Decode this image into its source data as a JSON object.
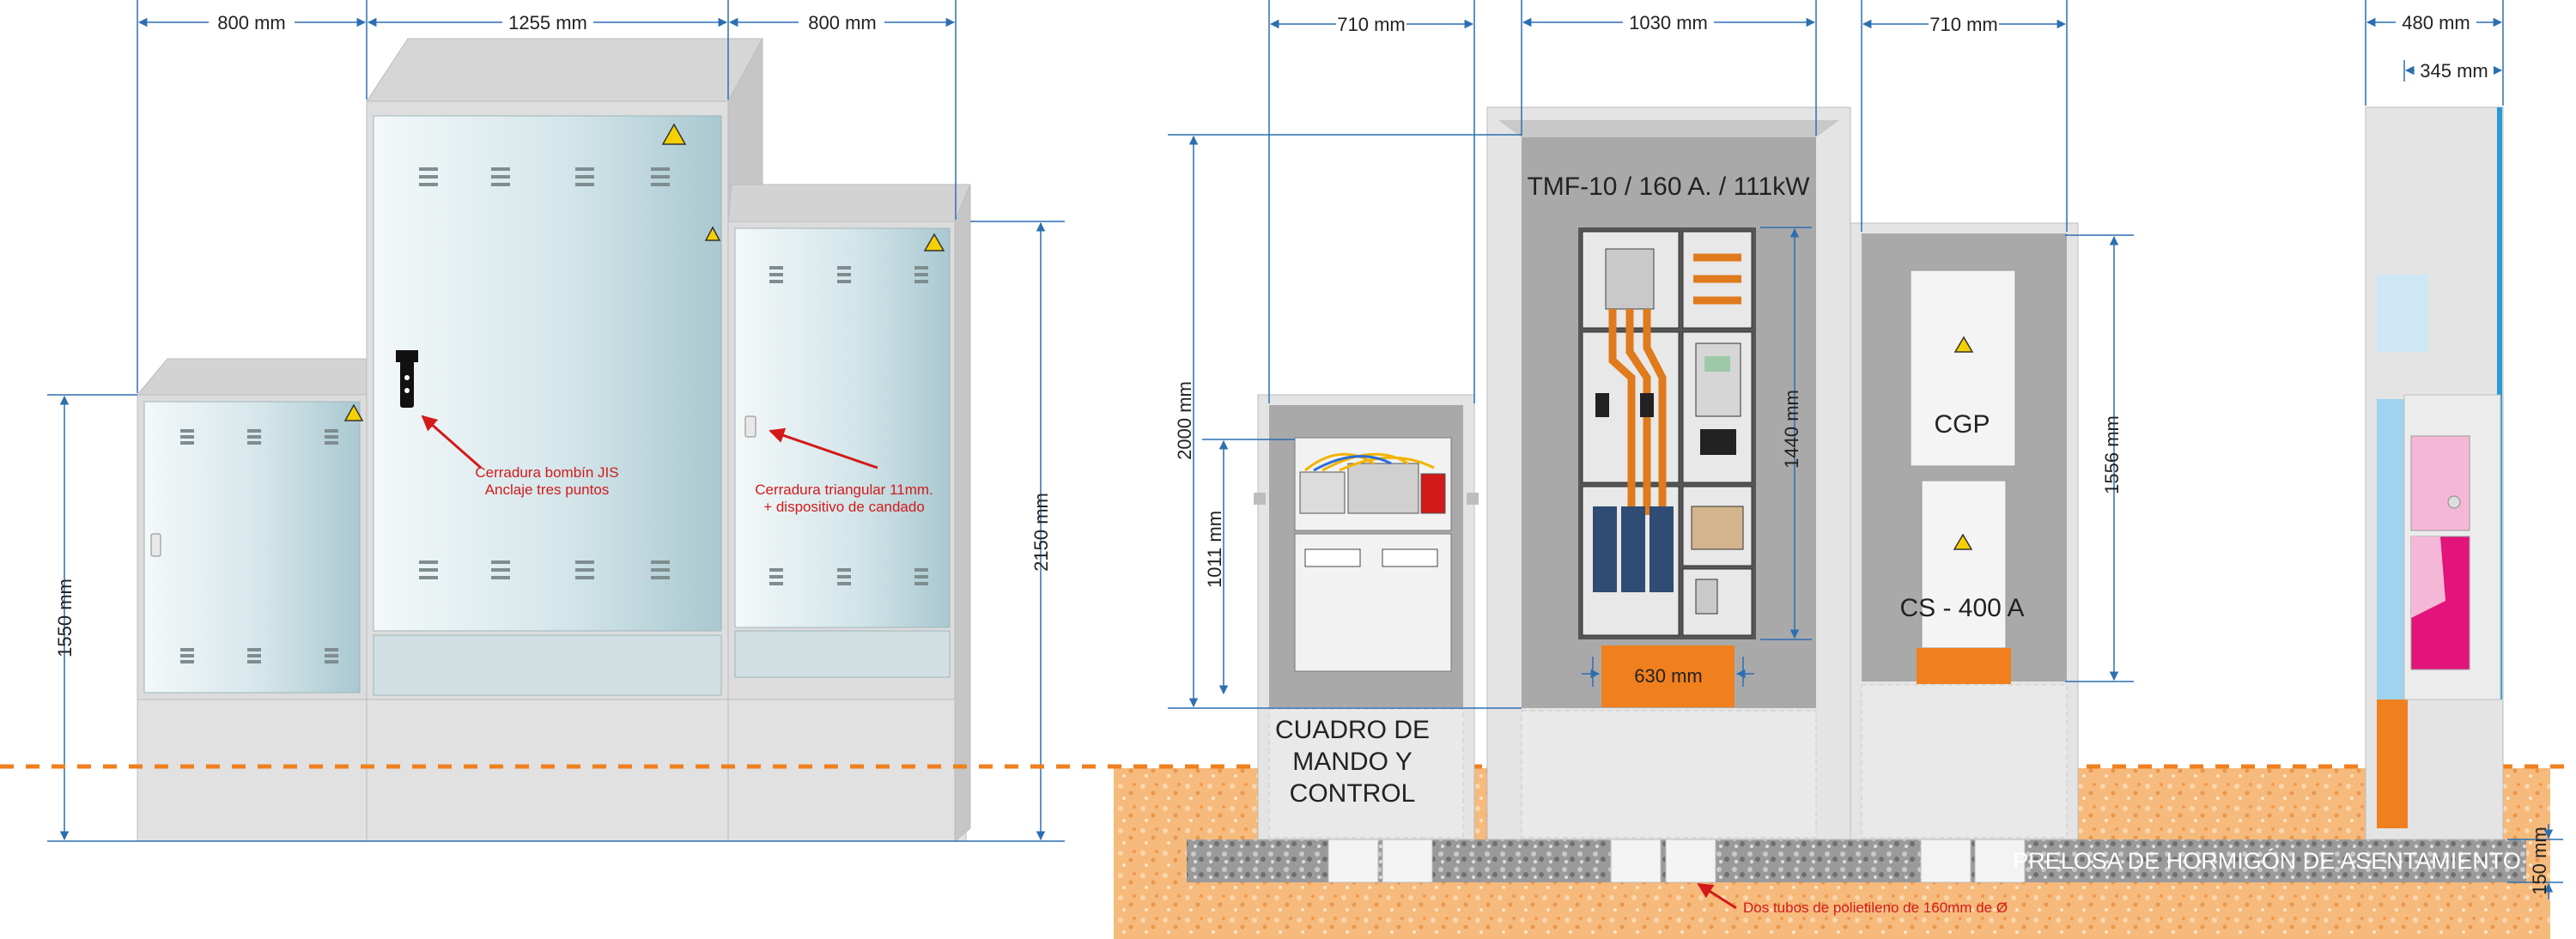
{
  "colors": {
    "cabinet_fill": "#cfe2e6",
    "cabinet_frame": "#d9d9d9",
    "enclosure_grey": "#a9a9a9",
    "accent_orange": "#f07f1e",
    "ground_sand": "#f4b273",
    "annotation_red": "#d21a1a",
    "dim_blue": "#2c6fb0",
    "magenta": "#e2137a",
    "light_blue": "#9fd3ef"
  },
  "front_view": {
    "dims": {
      "w_left": "800 mm",
      "w_center": "1255 mm",
      "w_right": "800 mm",
      "h_left": "1550 mm",
      "h_total": "2150 mm"
    },
    "notes": {
      "jis_line1": "Cerradura bombín JIS",
      "jis_line2": "Anclaje tres puntos",
      "tri_line1": "Cerradura triangular 11mm.",
      "tri_line2": "+ dispositivo de candado"
    },
    "icons": [
      "warning-icon",
      "lock-icon"
    ]
  },
  "internal_view": {
    "dims": {
      "w_left": "710 mm",
      "w_center": "1030 mm",
      "w_right": "710 mm",
      "h_outer": "2000 mm",
      "h_control": "1011 mm",
      "h_panel": "1440 mm",
      "h_right": "1556 mm",
      "w_base": "630 mm"
    },
    "labels": {
      "tmf": "TMF-10 / 160 A. / 111kW",
      "cgp": "CGP",
      "cs": "CS - 400 A",
      "control_line1": "CUADRO DE",
      "control_line2": "MANDO Y",
      "control_line3": "CONTROL",
      "slab": "PRELOSA DE HORMIGÓN DE ASENTAMIENTO",
      "slab_height": "150 mm",
      "tubes": "Dos tubos de polietileno de 160mm de Ø"
    }
  },
  "side_view": {
    "dims": {
      "depth_outer": "480 mm",
      "depth_inner": "345 mm"
    }
  }
}
